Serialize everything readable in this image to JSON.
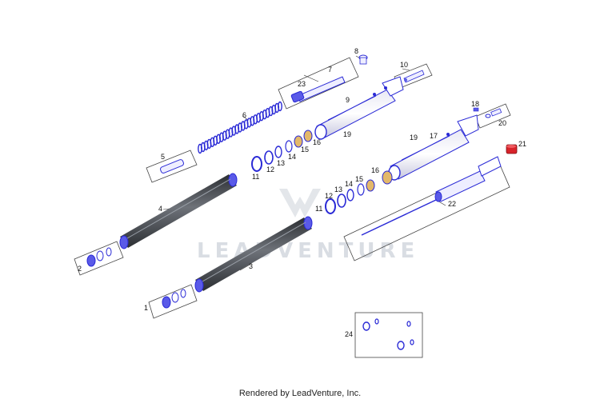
{
  "watermark": {
    "text": "LEADVENTURE"
  },
  "footer": {
    "text": "Rendered by LeadVenture, Inc."
  },
  "callouts": {
    "c1": "1",
    "c2": "2",
    "c3": "3",
    "c4": "4",
    "c5": "5",
    "c6": "6",
    "c7": "7",
    "c8": "8",
    "c9": "9",
    "c10": "10",
    "c11a": "11",
    "c11b": "11",
    "c12a": "12",
    "c12b": "12",
    "c13a": "13",
    "c13b": "13",
    "c14a": "14",
    "c14b": "14",
    "c15a": "15",
    "c15b": "15",
    "c16a": "16",
    "c16b": "16",
    "c17": "17",
    "c18": "18",
    "c19a": "19",
    "c19b": "19",
    "c20": "20",
    "c21": "21",
    "c22": "22",
    "c23": "23",
    "c24": "24"
  },
  "colors": {
    "part_outline": "#2a2ad6",
    "part_fill": "#5a5ae8",
    "tube_dark": "#3a3d42",
    "tube_mid": "#6e7279",
    "highlight_part": "#d8232a",
    "box_border": "#444444",
    "leader_line": "#333333",
    "watermark": "#d9dde3"
  },
  "icons": {
    "watermark_logo": "leadventure-logo-icon"
  }
}
